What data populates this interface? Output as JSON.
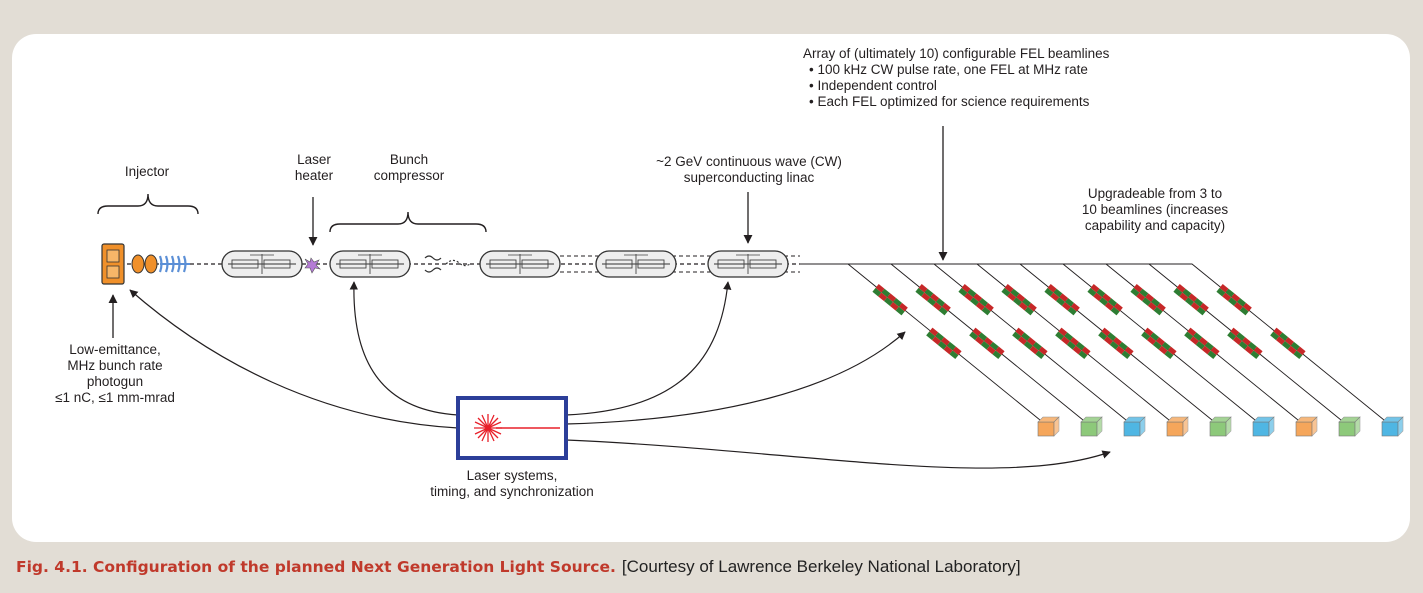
{
  "labels": {
    "injector": "Injector",
    "laser_heater": [
      "Laser",
      "heater"
    ],
    "bunch_compressor": [
      "Bunch",
      "compressor"
    ],
    "linac": [
      "~2 GeV continuous wave (CW)",
      "superconducting linac"
    ],
    "array": {
      "title": "Array of (ultimately 10) configurable FEL beamlines",
      "bullets": [
        "• 100 kHz CW pulse rate, one FEL at MHz rate",
        "• Independent control",
        "• Each FEL optimized for science requirements"
      ]
    },
    "upgradeable": [
      "Upgradeable from 3 to",
      "10 beamlines (increases",
      "capability and capacity)"
    ],
    "photogun": [
      "Low-emittance,",
      "MHz bunch rate",
      "photogun",
      "≤1 nC, ≤1 mm-mrad"
    ],
    "laser_systems": [
      "Laser systems,",
      "timing, and synchronization"
    ]
  },
  "caption": {
    "bold": "Fig. 4.1. Configuration of the planned Next Generation Light Source.",
    "credit": "[Courtesy of Lawrence Berkeley National Laboratory]"
  },
  "colors": {
    "accent_red": "#c0392b",
    "laser_box": "#2c3e99",
    "laser_beam": "#e8202a",
    "endstation_orange": "#f5a65b",
    "endstation_green": "#8dc97a",
    "endstation_blue": "#4fb6e3",
    "undulator_red": "#c62828",
    "undulator_green": "#2e7d32",
    "photogun_orange": "#f0902a",
    "rf_blue": "#5b8fd6"
  },
  "endstations": [
    "orange",
    "green",
    "blue",
    "orange",
    "green",
    "blue",
    "orange",
    "green",
    "blue"
  ]
}
